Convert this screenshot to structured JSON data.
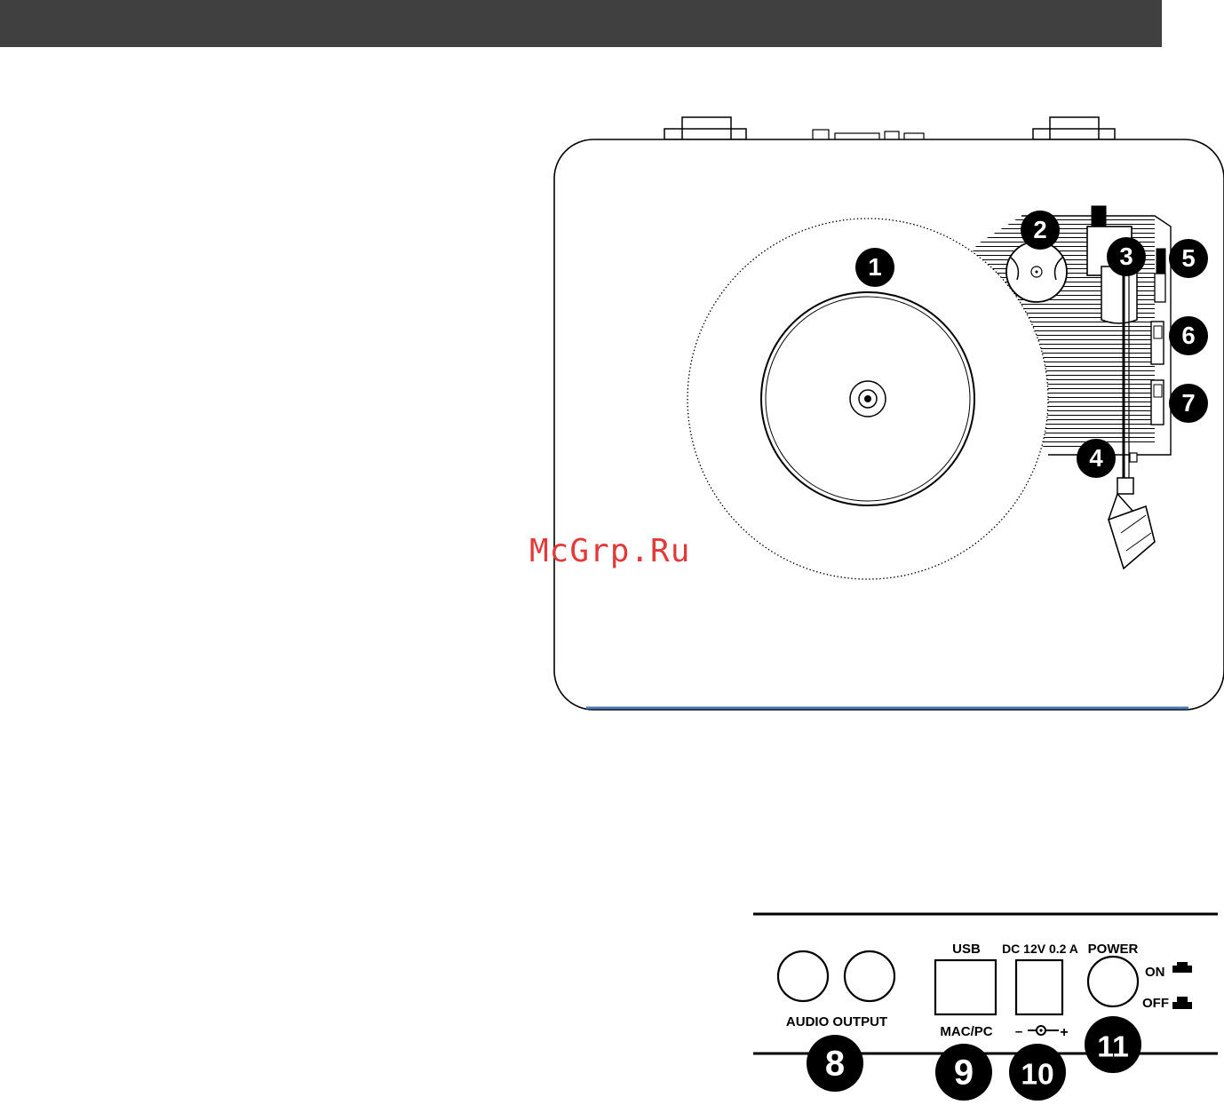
{
  "watermark": "McGrp.Ru",
  "callouts": {
    "platter": "1",
    "adapter": "2",
    "tonearm_rest": "3",
    "tonearm": "4",
    "cue_lever": "5",
    "switch_a": "6",
    "switch_b": "7",
    "audio_output": "8",
    "usb": "9",
    "dc_in": "10",
    "power": "11"
  },
  "rear_panel": {
    "audio_output": "AUDIO OUTPUT",
    "usb": "USB",
    "mac_pc": "MAC/PC",
    "dc": "DC 12V 0.2 A",
    "polarity_minus": "–",
    "polarity_plus": "+",
    "power": "POWER",
    "on": "ON",
    "off": "OFF"
  },
  "colors": {
    "header": "#404040",
    "ink": "#000000",
    "accent_line": "#4a78b0",
    "watermark": "#e03a3a"
  }
}
